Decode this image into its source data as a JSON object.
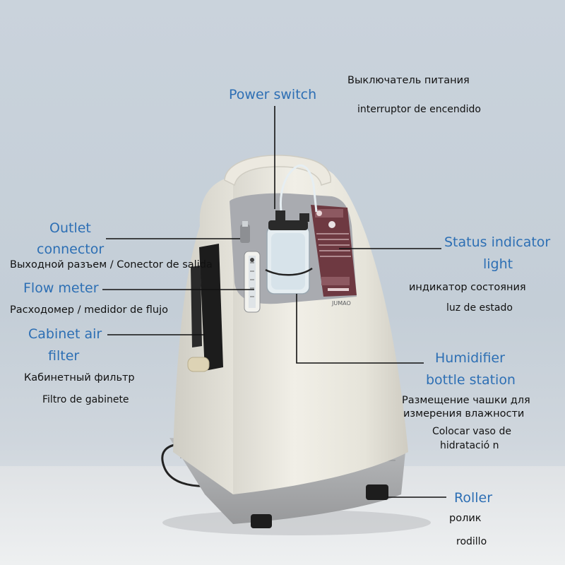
{
  "labels": {
    "power_switch": {
      "en": "Power switch",
      "ru": "Выключатель питания",
      "es": "interruptor de encendido"
    },
    "outlet_connector": {
      "en_line1": "Outlet",
      "en_line2": "connector",
      "ru_es": "Выходной разъем / Conector de salida"
    },
    "flow_meter": {
      "en": "Flow meter",
      "ru_es": "Расходомер / medidor de flujo"
    },
    "cabinet_air_filter": {
      "en_line1": "Cabinet air",
      "en_line2": "filter",
      "ru": "Кабинетный фильтр",
      "es": "Filtro de gabinete"
    },
    "status_indicator": {
      "en_line1": "Status indicator",
      "en_line2": "light",
      "ru": "индикатор состояния",
      "es": "luz de estado"
    },
    "humidifier": {
      "en_line1": "Humidifier",
      "en_line2": "bottle station",
      "ru_line1": "Размещение чашки для",
      "ru_line2": "измерения влажности",
      "es_line1": "Colocar vaso de",
      "es_line2": "hidratació n"
    },
    "roller": {
      "en": "Roller",
      "ru": "ролик",
      "es": "rodillo"
    }
  },
  "device": {
    "brand": "JUMAO"
  },
  "colors": {
    "label_blue": "#2d6fb4",
    "body": "#e9e7de",
    "panel": "#a9abb0",
    "base": "#a7a9ab"
  }
}
